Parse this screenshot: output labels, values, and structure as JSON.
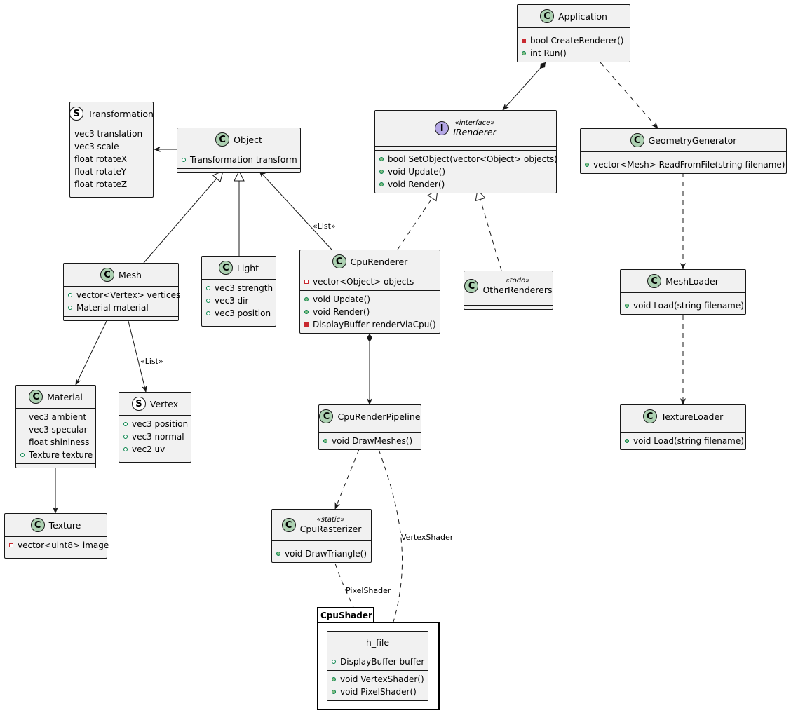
{
  "diagram": {
    "classes": {
      "application": {
        "kind": "C",
        "name": "Application",
        "methods": [
          {
            "vis": "priv",
            "text": "bool CreateRenderer()"
          },
          {
            "vis": "pub",
            "text": "int Run()"
          }
        ]
      },
      "transformation": {
        "kind": "S",
        "name": "Transformation",
        "fields": [
          {
            "vis": "none",
            "text": "vec3 translation"
          },
          {
            "vis": "none",
            "text": "vec3 scale"
          },
          {
            "vis": "none",
            "text": "float rotateX"
          },
          {
            "vis": "none",
            "text": "float rotateY"
          },
          {
            "vis": "none",
            "text": "float rotateZ"
          }
        ]
      },
      "object": {
        "kind": "C",
        "name": "Object",
        "fields": [
          {
            "vis": "pubo",
            "text": "Transformation transform"
          }
        ]
      },
      "irenderer": {
        "kind": "I",
        "name": "IRenderer",
        "stereotype": "«interface»",
        "methods": [
          {
            "vis": "pub",
            "text": "bool SetObject(vector<Object> objects)"
          },
          {
            "vis": "pub",
            "text": "void Update()"
          },
          {
            "vis": "pub",
            "text": "void Render()"
          }
        ]
      },
      "geometry_generator": {
        "kind": "C",
        "name": "GeometryGenerator",
        "methods": [
          {
            "vis": "pub",
            "text": "vector<Mesh> ReadFromFile(string filename)"
          }
        ]
      },
      "mesh": {
        "kind": "C",
        "name": "Mesh",
        "fields": [
          {
            "vis": "pubo",
            "text": "vector<Vertex> vertices"
          },
          {
            "vis": "pubo",
            "text": "Material material"
          }
        ]
      },
      "light": {
        "kind": "C",
        "name": "Light",
        "fields": [
          {
            "vis": "pubo",
            "text": "vec3 strength"
          },
          {
            "vis": "pubo",
            "text": "vec3 dir"
          },
          {
            "vis": "pubo",
            "text": "vec3 position"
          }
        ]
      },
      "cpu_renderer": {
        "kind": "C",
        "name": "CpuRenderer",
        "fields": [
          {
            "vis": "privo",
            "text": "vector<Object> objects"
          }
        ],
        "methods": [
          {
            "vis": "pub",
            "text": "void Update()"
          },
          {
            "vis": "pub",
            "text": "void Render()"
          },
          {
            "vis": "priv",
            "text": "DisplayBuffer renderViaCpu()"
          }
        ]
      },
      "other_renderers": {
        "kind": "C",
        "name": "OtherRenderers",
        "stereotype": "«todo»"
      },
      "mesh_loader": {
        "kind": "C",
        "name": "MeshLoader",
        "methods": [
          {
            "vis": "pub",
            "text": "void Load(string filename)"
          }
        ]
      },
      "material": {
        "kind": "C",
        "name": "Material",
        "fields": [
          {
            "vis": "none",
            "text": "vec3 ambient"
          },
          {
            "vis": "none",
            "text": "vec3 specular"
          },
          {
            "vis": "none",
            "text": "float shininess"
          },
          {
            "vis": "pubo",
            "text": "Texture texture"
          }
        ]
      },
      "vertex": {
        "kind": "S",
        "name": "Vertex",
        "fields": [
          {
            "vis": "pubo",
            "text": "vec3 position"
          },
          {
            "vis": "pubo",
            "text": "vec3 normal"
          },
          {
            "vis": "pubo",
            "text": "vec2 uv"
          }
        ]
      },
      "cpu_render_pipeline": {
        "kind": "C",
        "name": "CpuRenderPipeline",
        "methods": [
          {
            "vis": "pub",
            "text": "void DrawMeshes()"
          }
        ]
      },
      "texture_loader": {
        "kind": "C",
        "name": "TextureLoader",
        "methods": [
          {
            "vis": "pub",
            "text": "void Load(string filename)"
          }
        ]
      },
      "texture": {
        "kind": "C",
        "name": "Texture",
        "fields": [
          {
            "vis": "privo",
            "text": "vector<uint8> image"
          }
        ]
      },
      "cpu_rasterizer": {
        "kind": "C",
        "name": "CpuRasterizer",
        "stereotype": "«static»",
        "methods": [
          {
            "vis": "pub",
            "text": "void DrawTriangle()"
          }
        ]
      },
      "h_file": {
        "kind": "N",
        "name": "h_file",
        "fields": [
          {
            "vis": "pubo",
            "text": "DisplayBuffer buffer"
          }
        ],
        "methods": [
          {
            "vis": "pub",
            "text": "void VertexShader()"
          },
          {
            "vis": "pub",
            "text": "void PixelShader()"
          }
        ]
      }
    },
    "package": {
      "name": "CpuShader"
    },
    "edge_labels": {
      "object_list": "«List»",
      "vertex_list": "«List»",
      "vertex_shader": "VertexShader",
      "pixel_shader": "PixelShader"
    },
    "relations": [
      {
        "from": "application",
        "to": "irenderer",
        "type": "composition"
      },
      {
        "from": "application",
        "to": "geometry_generator",
        "type": "dependency"
      },
      {
        "from": "object",
        "to": "transformation",
        "type": "association"
      },
      {
        "from": "mesh",
        "to": "object",
        "type": "inheritance"
      },
      {
        "from": "light",
        "to": "object",
        "type": "inheritance"
      },
      {
        "from": "cpu_renderer",
        "to": "object",
        "type": "association",
        "label": "«List»"
      },
      {
        "from": "cpu_renderer",
        "to": "irenderer",
        "type": "realization"
      },
      {
        "from": "other_renderers",
        "to": "irenderer",
        "type": "realization"
      },
      {
        "from": "geometry_generator",
        "to": "mesh_loader",
        "type": "dependency"
      },
      {
        "from": "mesh_loader",
        "to": "texture_loader",
        "type": "dependency"
      },
      {
        "from": "mesh",
        "to": "material",
        "type": "association"
      },
      {
        "from": "mesh",
        "to": "vertex",
        "type": "association",
        "label": "«List»"
      },
      {
        "from": "material",
        "to": "texture",
        "type": "association"
      },
      {
        "from": "cpu_renderer",
        "to": "cpu_render_pipeline",
        "type": "composition"
      },
      {
        "from": "cpu_render_pipeline",
        "to": "cpu_rasterizer",
        "type": "dependency"
      },
      {
        "from": "cpu_render_pipeline",
        "to": "h_file",
        "type": "dependency",
        "label": "VertexShader"
      },
      {
        "from": "cpu_rasterizer",
        "to": "h_file",
        "type": "dependency",
        "label": "PixelShader"
      }
    ]
  }
}
